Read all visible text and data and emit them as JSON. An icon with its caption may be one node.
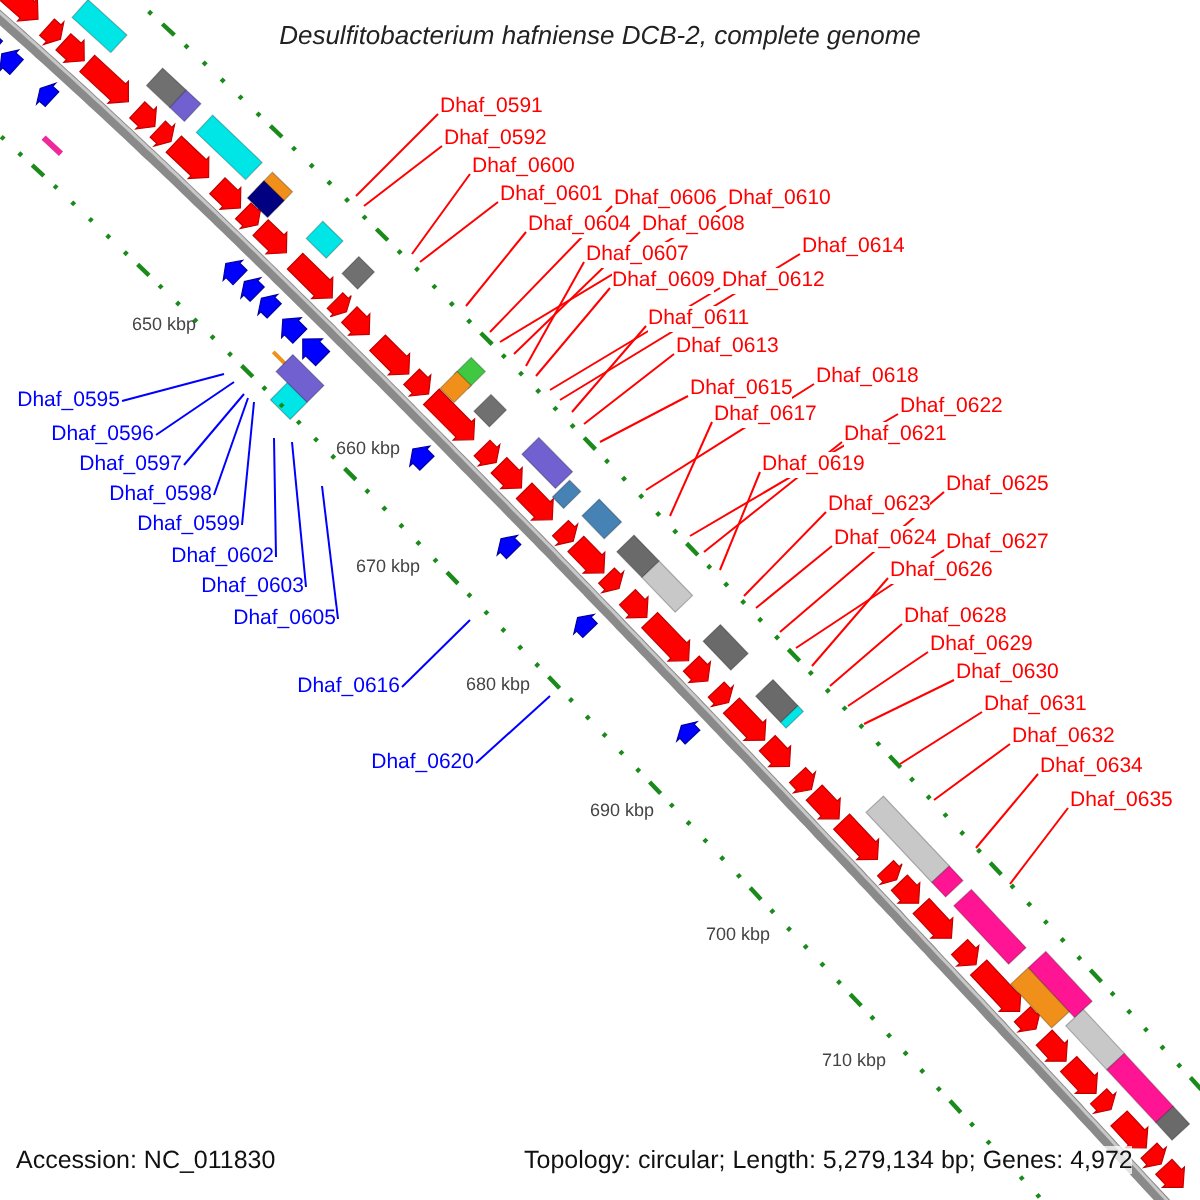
{
  "diagram": {
    "title": "Desulfitobacterium hafniense DCB-2, complete genome",
    "nodes": [
      {
        "text": [
          "Dhaf_0591"
        ]
      },
      {
        "text": [
          "Dhaf_0592"
        ]
      },
      {
        "text": [
          "Dhaf_0600"
        ]
      },
      {
        "text": [
          "Dhaf_0601"
        ]
      },
      {
        "text": [
          "Dhaf_0606"
        ]
      },
      {
        "text": [
          "Dhaf_0610"
        ]
      },
      {
        "text": [
          "Dhaf_0604"
        ]
      },
      {
        "text": [
          "Dhaf_0608"
        ]
      },
      {
        "text": [
          "Dhaf_0614"
        ]
      },
      {
        "text": [
          "Dhaf_0607"
        ]
      },
      {
        "text": [
          "Dhaf_0609"
        ]
      },
      {
        "text": [
          "Dhaf_0612"
        ]
      },
      {
        "text": [
          "Dhaf_0611"
        ]
      },
      {
        "text": [
          "Dhaf_0613"
        ]
      },
      {
        "text": [
          "Dhaf_0618"
        ]
      },
      {
        "text": [
          "Dhaf_0615"
        ]
      },
      {
        "text": [
          "Dhaf_0622"
        ]
      },
      {
        "text": [
          "Dhaf_0617"
        ]
      },
      {
        "text": [
          "Dhaf_0621"
        ]
      },
      {
        "text": [
          "Dhaf_0619"
        ]
      },
      {
        "text": [
          "Dhaf_0625"
        ]
      },
      {
        "text": [
          "Dhaf_0623"
        ]
      },
      {
        "text": [
          "Dhaf_0624"
        ]
      },
      {
        "text": [
          "Dhaf_0627"
        ]
      },
      {
        "text": [
          "Dhaf_0626"
        ]
      },
      {
        "text": [
          "Dhaf_0628"
        ]
      },
      {
        "text": [
          "Dhaf_0629"
        ]
      },
      {
        "text": [
          "Dhaf_0630"
        ]
      },
      {
        "text": [
          "Dhaf_0631"
        ]
      },
      {
        "text": [
          "Dhaf_0632"
        ]
      },
      {
        "text": [
          "Dhaf_0634"
        ]
      },
      {
        "text": [
          "Dhaf_0635"
        ]
      },
      {
        "text": [
          "Dhaf_0595"
        ]
      },
      {
        "text": [
          "Dhaf_0596"
        ]
      },
      {
        "text": [
          "Dhaf_0597"
        ]
      },
      {
        "text": [
          "Dhaf_0598"
        ]
      },
      {
        "text": [
          "Dhaf_0599"
        ]
      },
      {
        "text": [
          "Dhaf_0602"
        ]
      },
      {
        "text": [
          "Dhaf_0603"
        ]
      },
      {
        "text": [
          "Dhaf_0605"
        ]
      },
      {
        "text": [
          "Dhaf_0616"
        ]
      },
      {
        "text": [
          "Dhaf_0620"
        ]
      }
    ],
    "edges": [
      {
        "from": 0,
        "to": null,
        "arrow": "none"
      },
      {
        "from": 1,
        "to": null,
        "arrow": "none"
      },
      {
        "from": 2,
        "to": null,
        "arrow": "none"
      },
      {
        "from": 3,
        "to": null,
        "arrow": "none"
      },
      {
        "from": 4,
        "to": null,
        "arrow": "none"
      },
      {
        "from": 5,
        "to": null,
        "arrow": "none"
      },
      {
        "from": 6,
        "to": null,
        "arrow": "none"
      },
      {
        "from": 7,
        "to": null,
        "arrow": "none"
      },
      {
        "from": 8,
        "to": null,
        "arrow": "none"
      },
      {
        "from": 9,
        "to": null,
        "arrow": "none"
      },
      {
        "from": 10,
        "to": null,
        "arrow": "none"
      },
      {
        "from": 11,
        "to": null,
        "arrow": "none"
      },
      {
        "from": 12,
        "to": null,
        "arrow": "none"
      },
      {
        "from": 13,
        "to": null,
        "arrow": "none"
      },
      {
        "from": 14,
        "to": null,
        "arrow": "none"
      },
      {
        "from": 15,
        "to": null,
        "arrow": "none"
      },
      {
        "from": 16,
        "to": null,
        "arrow": "none"
      },
      {
        "from": 17,
        "to": null,
        "arrow": "none"
      },
      {
        "from": 18,
        "to": null,
        "arrow": "none"
      },
      {
        "from": 19,
        "to": null,
        "arrow": "none"
      },
      {
        "from": 20,
        "to": null,
        "arrow": "none"
      },
      {
        "from": 21,
        "to": null,
        "arrow": "none"
      },
      {
        "from": 22,
        "to": null,
        "arrow": "none"
      },
      {
        "from": 23,
        "to": null,
        "arrow": "none"
      },
      {
        "from": 24,
        "to": null,
        "arrow": "none"
      },
      {
        "from": 25,
        "to": null,
        "arrow": "none"
      },
      {
        "from": 26,
        "to": null,
        "arrow": "none"
      },
      {
        "from": 27,
        "to": null,
        "arrow": "none"
      },
      {
        "from": 28,
        "to": null,
        "arrow": "none"
      },
      {
        "from": 29,
        "to": null,
        "arrow": "none"
      },
      {
        "from": 30,
        "to": null,
        "arrow": "none"
      },
      {
        "from": 31,
        "to": null,
        "arrow": "none"
      },
      {
        "from": 32,
        "to": null,
        "arrow": "none",
        "color": "#0000ff"
      },
      {
        "from": 33,
        "to": null,
        "arrow": "none",
        "color": "#0000ff"
      },
      {
        "from": 34,
        "to": null,
        "arrow": "none",
        "color": "#0000ff"
      },
      {
        "from": 35,
        "to": null,
        "arrow": "none",
        "color": "#0000ff"
      },
      {
        "from": 36,
        "to": null,
        "arrow": "none",
        "color": "#0000ff"
      },
      {
        "from": 37,
        "to": null,
        "arrow": "none",
        "color": "#0000ff"
      },
      {
        "from": 38,
        "to": null,
        "arrow": "none",
        "color": "#0000ff"
      },
      {
        "from": 39,
        "to": null,
        "arrow": "none",
        "color": "#0000ff"
      },
      {
        "from": 40,
        "to": null,
        "arrow": "none",
        "color": "#0000ff"
      },
      {
        "from": 41,
        "to": null,
        "arrow": "none",
        "color": "#0000ff"
      }
    ],
    "labels": [
      "650 kbp",
      "660 kbp",
      "670 kbp",
      "680 kbp",
      "690 kbp",
      "700 kbp",
      "710 kbp",
      "Accession: NC_011830",
      "Topology: circular; Length: 5,279,134 bp; Genes: 4,972"
    ]
  }
}
